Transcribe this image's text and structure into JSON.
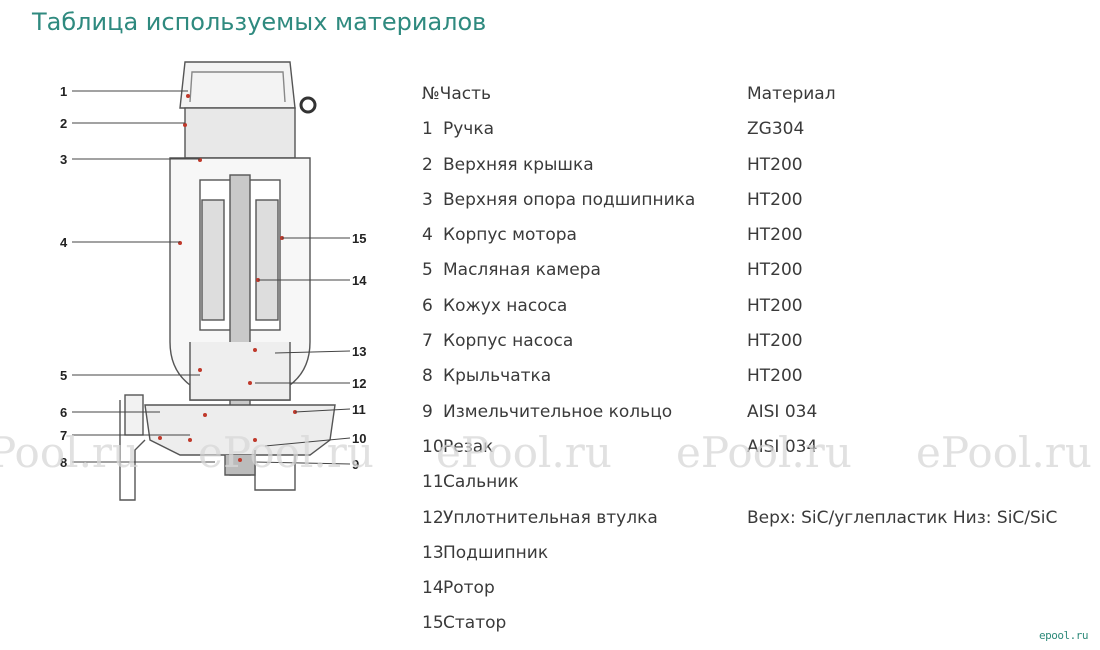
{
  "title": "Таблица используемых материалов",
  "diagram": {
    "callouts_left": [
      "1",
      "2",
      "3",
      "4",
      "5",
      "6",
      "7",
      "8"
    ],
    "callouts_right": [
      "15",
      "14",
      "13",
      "12",
      "11",
      "10",
      "9"
    ]
  },
  "table": {
    "header_num_part": "№Часть",
    "header_material": "Материал",
    "rows": [
      {
        "num": "1",
        "part": "Ручка",
        "material": "ZG304"
      },
      {
        "num": "2",
        "part": "Верхняя крышка",
        "material": "HT200"
      },
      {
        "num": "3",
        "part": "Верхняя опора подшипника",
        "material": "HT200"
      },
      {
        "num": "4",
        "part": "Корпус мотора",
        "material": "HT200"
      },
      {
        "num": "5",
        "part": "Масляная камера",
        "material": "HT200"
      },
      {
        "num": "6",
        "part": "Кожух насоса",
        "material": "HT200"
      },
      {
        "num": "7",
        "part": "Корпус насоса",
        "material": "HT200"
      },
      {
        "num": "8",
        "part": "Крыльчатка",
        "material": "HT200"
      },
      {
        "num": "9",
        "part": "Измельчительное кольцо",
        "material": "AISI 034"
      },
      {
        "num": "10",
        "part": "Резак",
        "material": "AISI 034"
      },
      {
        "num": "11",
        "part": "Сальник",
        "material": ""
      },
      {
        "num": "12",
        "part": "Уплотнительная втулка",
        "material": "Верх: SiC/углепластик Низ: SiC/SiC"
      },
      {
        "num": "13",
        "part": "Подшипник",
        "material": ""
      },
      {
        "num": "14",
        "part": "Ротор",
        "material": ""
      },
      {
        "num": "15",
        "part": "Статор",
        "material": ""
      }
    ]
  },
  "watermarks": [
    "Pool.ru",
    "ePool.ru",
    "ePool.ru",
    "ePool.ru",
    "ePool.ru"
  ],
  "corner_logo": "epool.ru"
}
